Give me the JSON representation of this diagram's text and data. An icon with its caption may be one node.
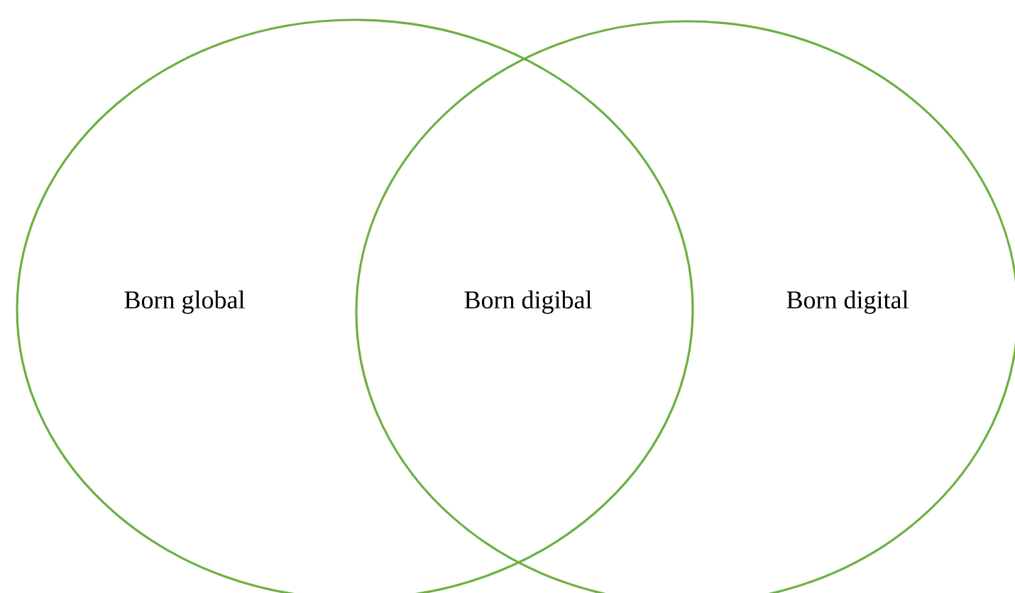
{
  "diagram": {
    "nodes": [
      {
        "text": [
          "Born global"
        ]
      },
      {
        "text": [
          "Born digital"
        ]
      }
    ],
    "labels": [
      "Born digibal"
    ]
  }
}
